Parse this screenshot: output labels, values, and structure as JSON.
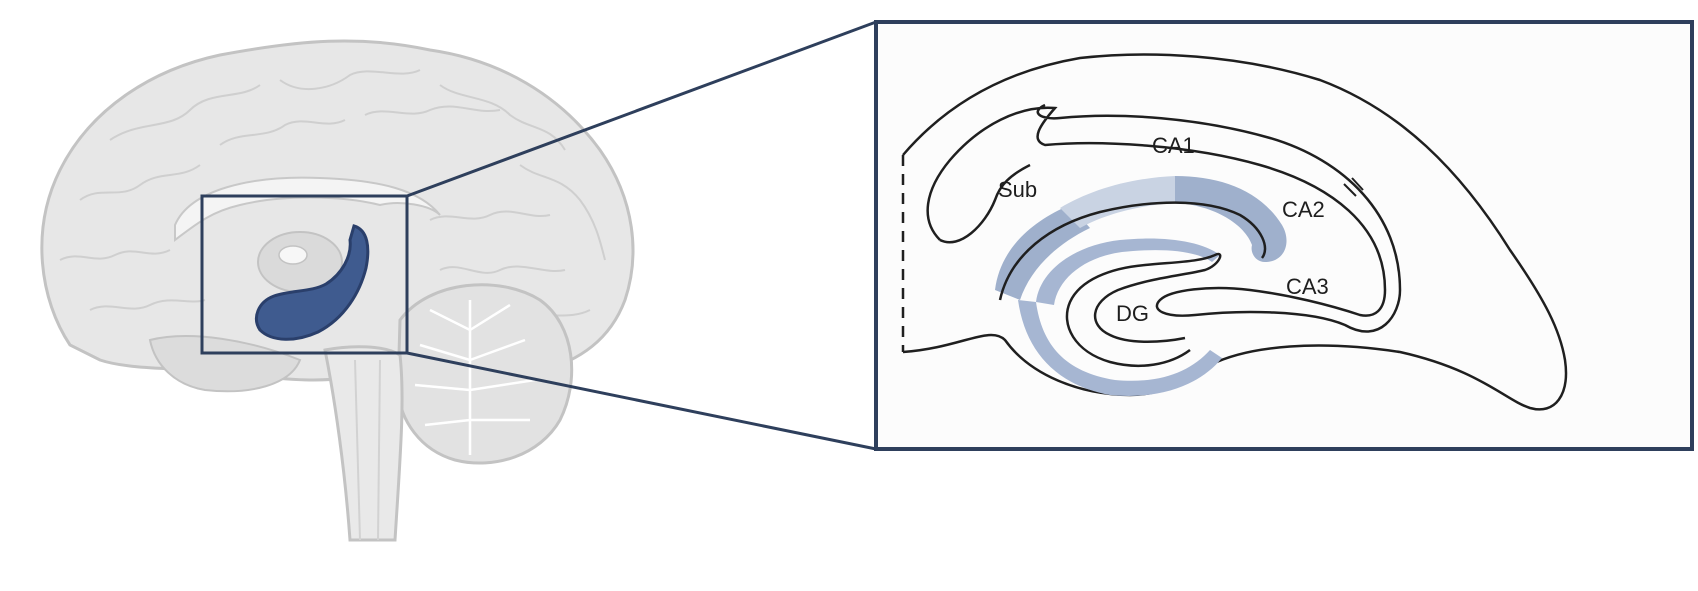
{
  "labels": {
    "ca1": "CA1",
    "sub": "Sub",
    "ca2": "CA2",
    "ca3": "CA3",
    "dg": "DG"
  },
  "colors": {
    "frame": "#2e3f5c",
    "hippocampus_highlight": "#3f5b8f",
    "ca1_region_light": "#c9d3e3",
    "ca1_region_dark": "#9fb0cc",
    "dg_band": "#a6b6d2",
    "brain_fill": "#e7e7e7",
    "brain_outline": "#c3c3c3"
  }
}
